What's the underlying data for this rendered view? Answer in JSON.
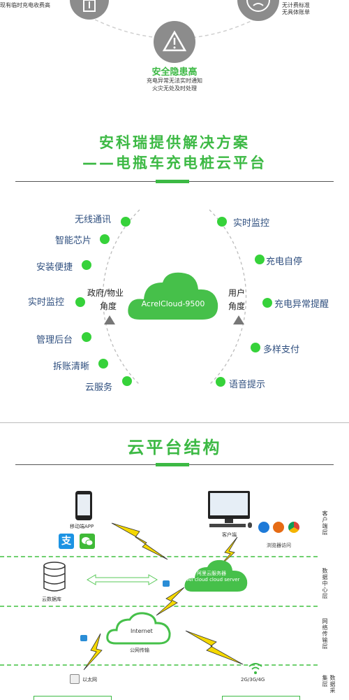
{
  "top": {
    "left_text": "现有临时充电收费高",
    "right_text_1": "无计费标准",
    "right_text_2": "无具体账单",
    "center_title": "安全隐患高",
    "center_desc_1": "充电异常无法实时通知",
    "center_desc_2": "火灾无处及时处理"
  },
  "solution": {
    "title_1": "安科瑞提供解决方案",
    "title_2": "——电瓶车充电桩云平台",
    "cloud_label": "AcrelCloud-9500",
    "left_role_1": "政府/物业",
    "left_role_2": "角度",
    "right_role_1": "用户",
    "right_role_2": "角度",
    "left_items": [
      "无线通讯",
      "智能芯片",
      "安装便捷",
      "实时监控",
      "管理后台",
      "拆账清晰",
      "云服务"
    ],
    "right_items": [
      "实时监控",
      "充电自停",
      "充电异常提醒",
      "多样支付",
      "语音提示"
    ]
  },
  "structure": {
    "title": "云平台结构",
    "mobile_app": "移动端APP",
    "client": "客户端",
    "browser": "浏览器访问",
    "aliyun_1": "阿里云服务器",
    "aliyun_2": "Ali cloud  cloud server",
    "cloud_db": "云数据库",
    "internet": "Internet",
    "public_net": "公网传输",
    "ethernet": "以太网",
    "mobile_net": "2G/3G/4G",
    "layers": [
      "客户端层",
      "数据中心层",
      "网络传输层",
      "数据采集层"
    ]
  }
}
